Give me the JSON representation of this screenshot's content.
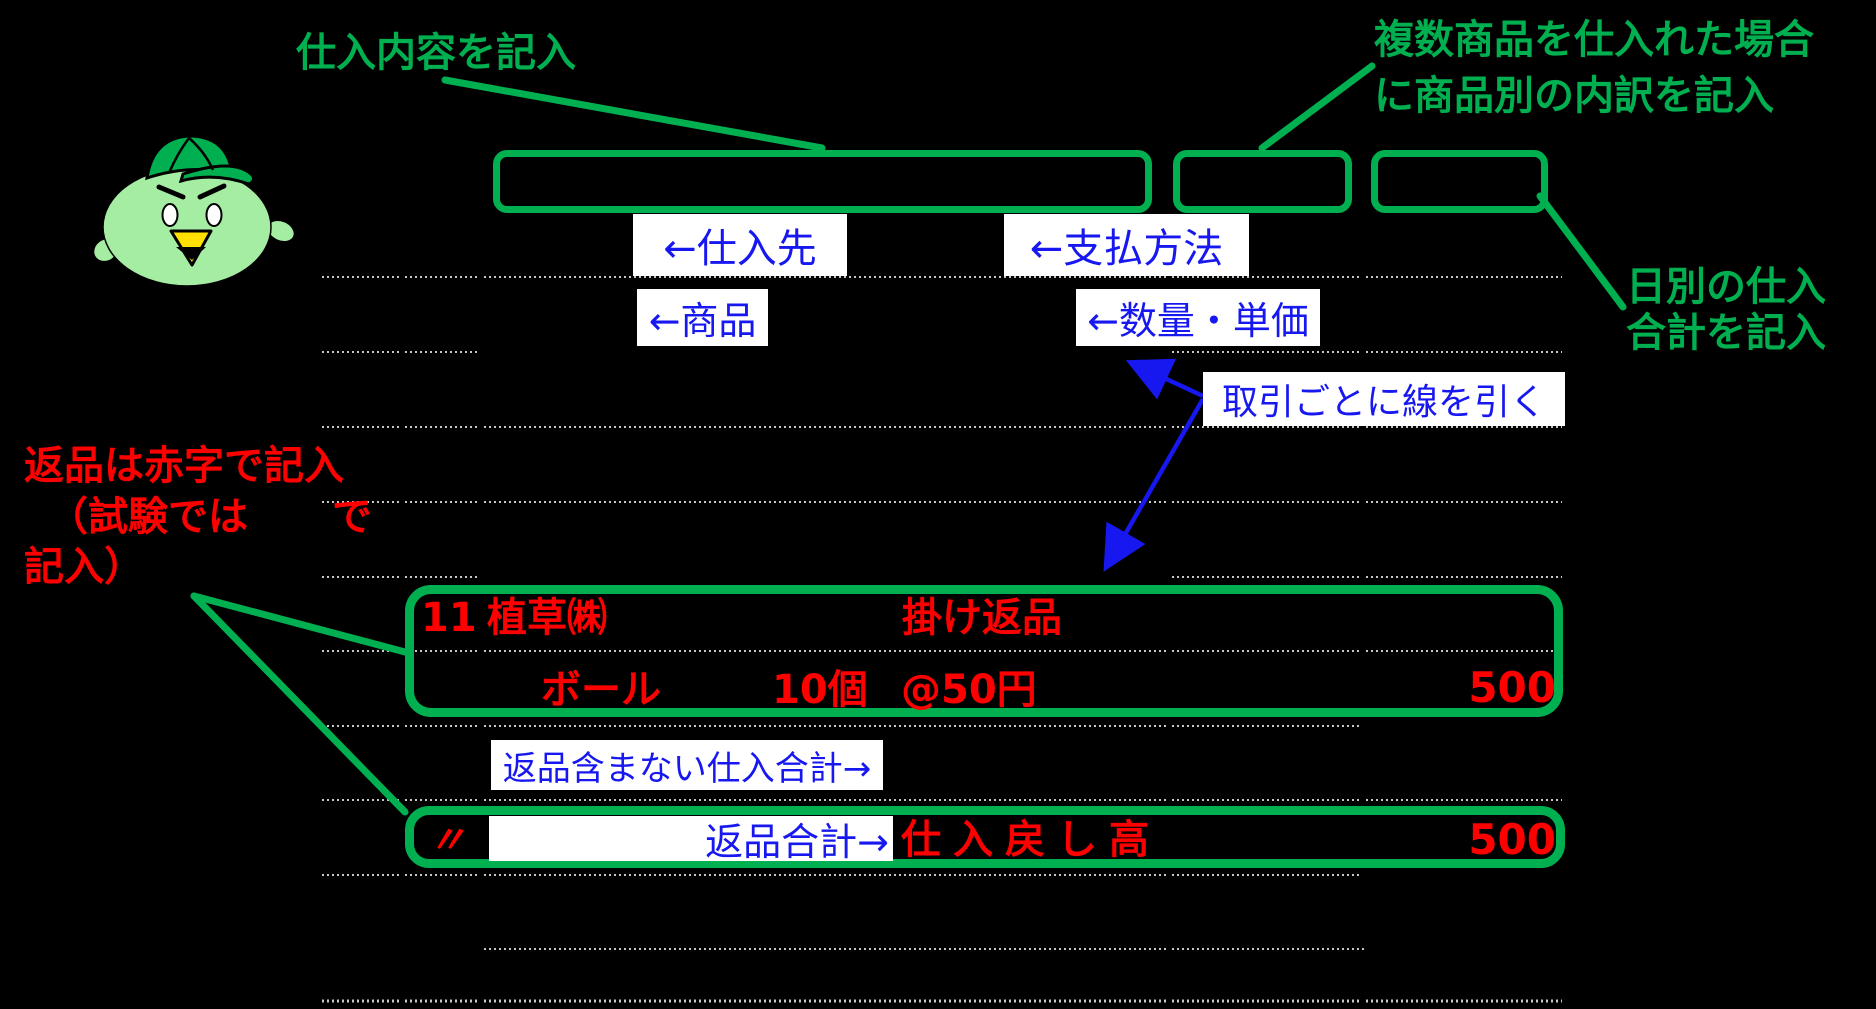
{
  "colors": {
    "background": "#000000",
    "annotation_green": "#00B050",
    "label_blue": "#1717F0",
    "entry_red": "#FF0000",
    "ledger_line_gray": "#C8C8C8",
    "bird_body_green": "#A6EDA4",
    "bird_beak_yellow": "#FFE000",
    "label_background": "#FFFFFF"
  },
  "annotations": {
    "purchase_content": "仕入内容を記入",
    "multi_item_line1": "複数商品を仕入れた場合",
    "multi_item_line2": "に商品別の内訳を記入",
    "daily_total_line1": "日別の仕入",
    "daily_total_line2": "合計を記入",
    "returns_red_line1": "返品は赤字で記入",
    "returns_red_line2_part1": "（試験では",
    "returns_red_line2_part2": "で",
    "returns_red_line3": "記入）"
  },
  "labels": {
    "supplier": "←仕入先",
    "payment_method": "←支払方法",
    "product": "←商品",
    "quantity_unit_price": "←数量・単価",
    "draw_line_per_transaction": "取引ごとに線を引く",
    "total_excluding_returns": "返品含まない仕入合計→",
    "returns_total": "返品合計→"
  },
  "ledger": {
    "return_entry": {
      "date": "11",
      "supplier": "植草㈱",
      "payment_type": "掛け返品",
      "item": "ボール",
      "quantity": "10個",
      "unit_price": "@50円",
      "amount": "500"
    },
    "returns_summary_row": {
      "ditto_mark": "〃",
      "account_title": "仕入戻し高",
      "amount": "500"
    }
  },
  "icons": {
    "bird_mascot": "angry-green-bird-with-cap"
  }
}
